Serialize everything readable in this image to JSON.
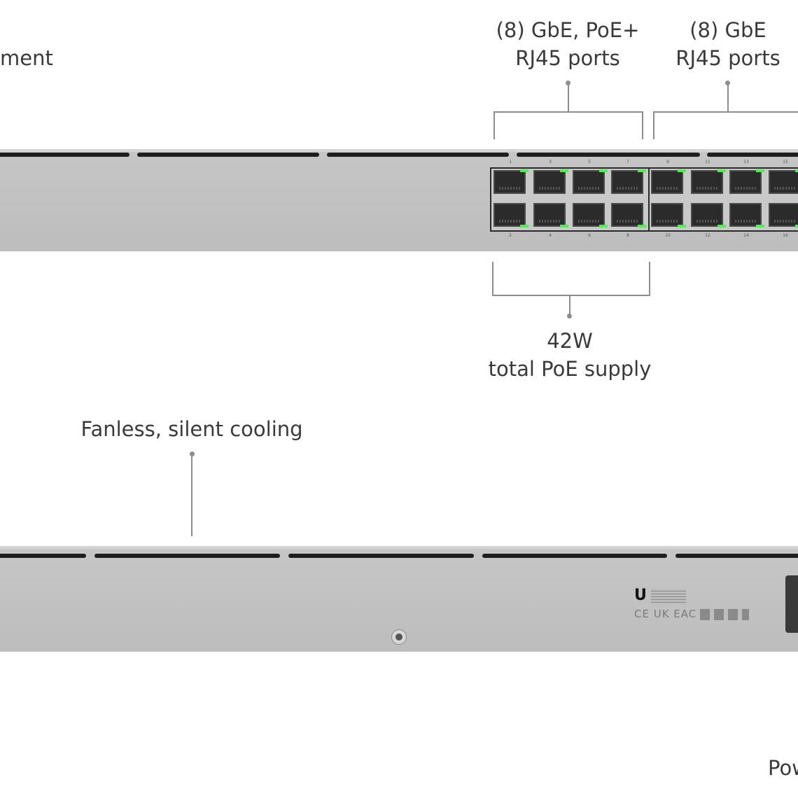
{
  "callouts": {
    "management_fragment": "ment",
    "poe_ports": {
      "line1": "(8) GbE, PoE+",
      "line2": "RJ45 ports"
    },
    "gbe_ports": {
      "line1": "(8) GbE",
      "line2": "RJ45 ports"
    },
    "poe_supply": {
      "line1": "42W",
      "line2": "total PoE supply"
    },
    "cooling": "Fanless, silent cooling",
    "power_fragment": "Pow"
  },
  "front_panel": {
    "top_port_labels": [
      "1",
      "3",
      "5",
      "7",
      "9",
      "11",
      "13",
      "15"
    ],
    "bottom_port_labels": [
      "2",
      "4",
      "6",
      "8",
      "10",
      "12",
      "14",
      "16"
    ],
    "led_color": "#4cf24c"
  },
  "rear_panel": {
    "logo": "U",
    "certifications": "CE UK EAC"
  }
}
